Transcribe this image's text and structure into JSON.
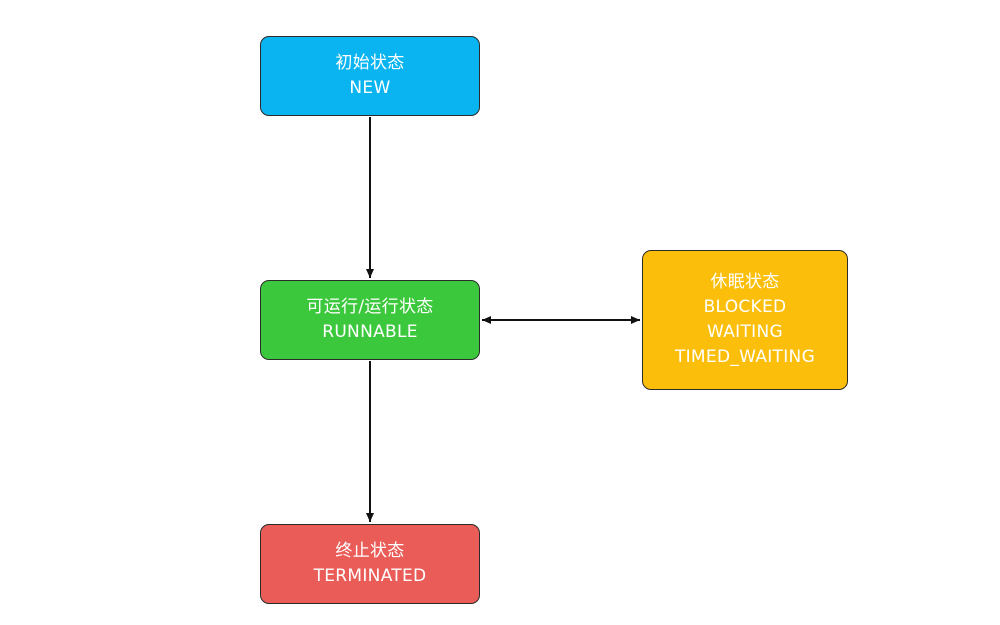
{
  "nodes": {
    "new": {
      "title": "初始状态",
      "states": [
        "NEW"
      ],
      "color": "#0ab4f0"
    },
    "runnable": {
      "title": "可运行/运行状态",
      "states": [
        "RUNNABLE"
      ],
      "color": "#3cc83c"
    },
    "sleep": {
      "title": "休眠状态",
      "states": [
        "BLOCKED",
        "WAITING",
        "TIMED_WAITING"
      ],
      "color": "#fbbe0a"
    },
    "terminated": {
      "title": "终止状态",
      "states": [
        "TERMINATED"
      ],
      "color": "#e95c58"
    }
  },
  "edges": [
    {
      "from": "new",
      "to": "runnable",
      "direction": "forward"
    },
    {
      "from": "runnable",
      "to": "sleep",
      "direction": "both"
    },
    {
      "from": "runnable",
      "to": "terminated",
      "direction": "forward"
    }
  ],
  "edge_color": "#111111"
}
